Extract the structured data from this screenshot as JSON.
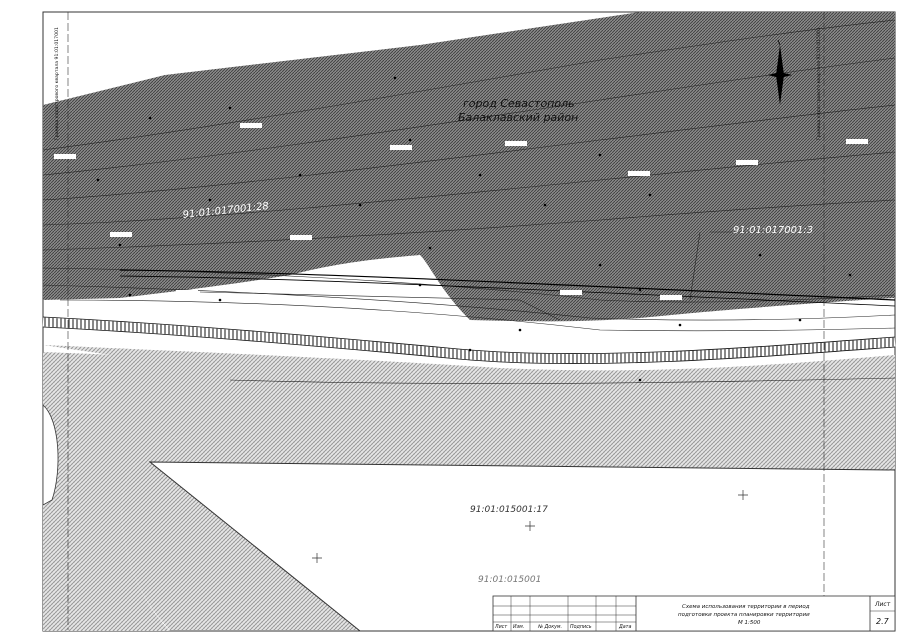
{
  "map": {
    "city_name": "город Севастополь",
    "district_name": "Балаклавский район",
    "parcels": {
      "north_left": "91:01:017001:28",
      "north_right": "91:01:017001:3",
      "south_main": "91:01:015001:17",
      "south_block": "91:01:015001"
    },
    "margin_left_note": "Граница кадастрового квартала 91:01:017001",
    "margin_right_note": "Граница кадастрового квартала 91:01:015001"
  },
  "title_block": {
    "headers": [
      "Лист",
      "Изм.",
      "№ Докум.",
      "Подпись",
      "Дата"
    ],
    "drawing_title_line1": "Схема использования территории в период",
    "drawing_title_line2": "подготовки проекта планировки территории",
    "drawing_scale": "М 1:500",
    "sheet_label": "Лист",
    "sheet_number": "2.7"
  },
  "colors": {
    "hatch_dark": "#6e6e6e",
    "hatch_light": "#b5b5b5",
    "line": "#222222"
  }
}
